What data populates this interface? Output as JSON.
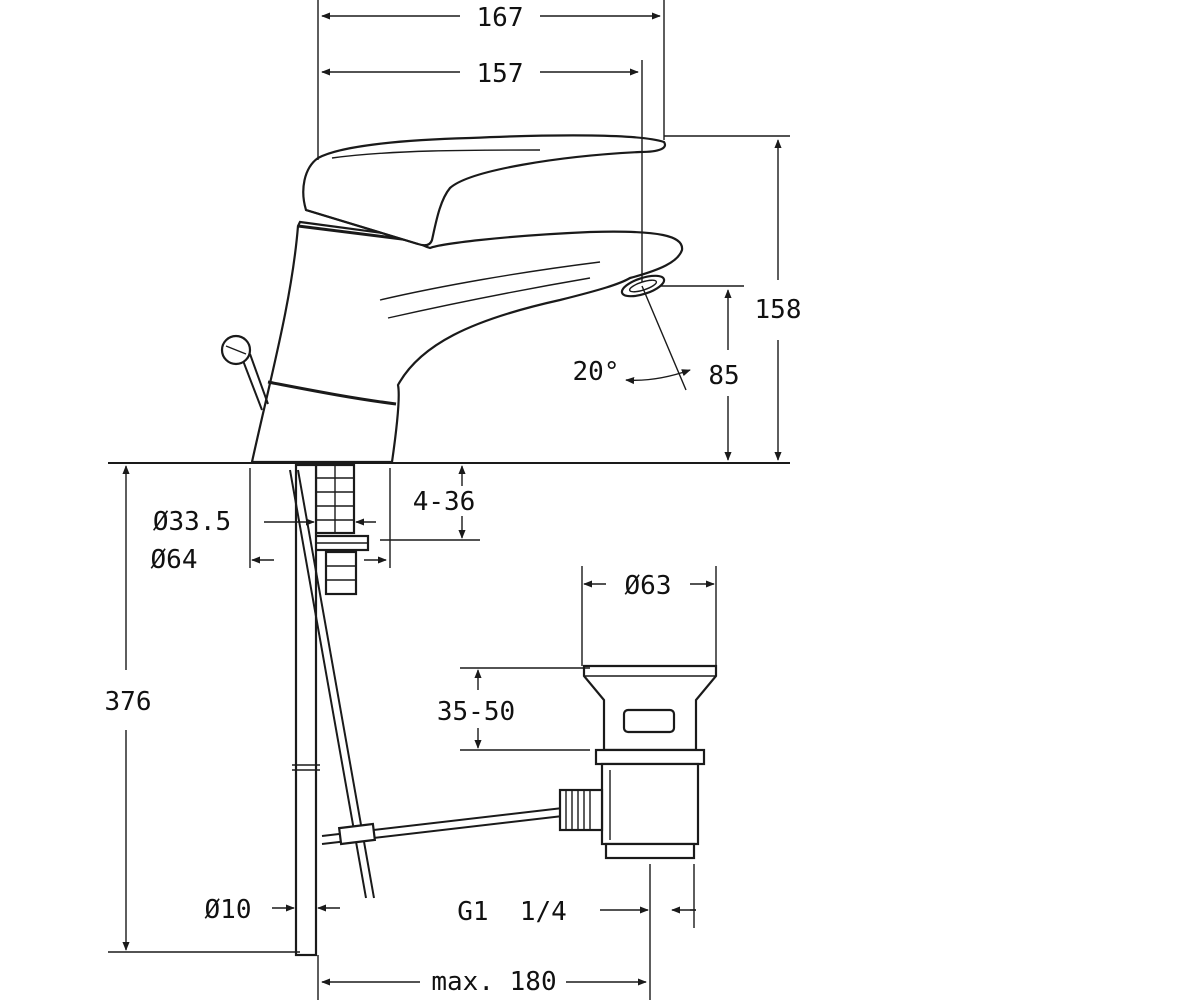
{
  "dimensions": {
    "top_overall_width": "167",
    "spout_reach": "157",
    "overall_height": "158",
    "spout_height": "85",
    "spout_angle": "20°",
    "deck_thickness": "4-36",
    "shank_diameter": "Ø33.5",
    "flange_diameter": "Ø64",
    "waste_diameter": "Ø63",
    "waste_adjust": "35-50",
    "below_deck_length": "376",
    "rod_diameter": "Ø10",
    "waste_thread": "G1  1/4",
    "max_distance": "max. 180"
  }
}
